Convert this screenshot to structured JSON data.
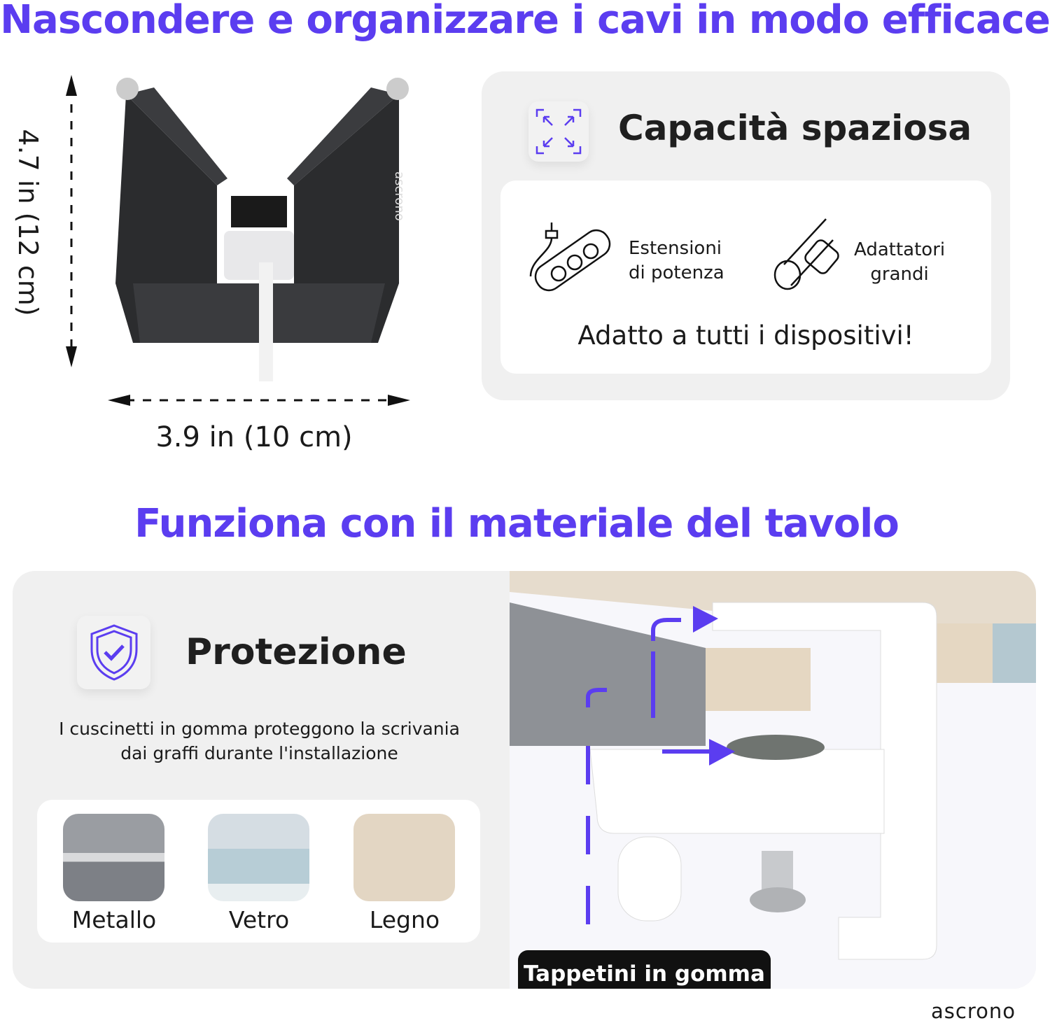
{
  "header": {
    "title": "Nascondere e organizzare i cavi in modo efficace"
  },
  "dimensions": {
    "height_label": "4.7 in (12 cm)",
    "width_label": "3.9 in (10 cm)",
    "product_brand_print": "ascrono"
  },
  "capacity": {
    "icon": "expand-arrows-icon",
    "title": "Capacità spaziosa",
    "items": [
      {
        "icon": "power-strip-icon",
        "label_line1": "Estensioni",
        "label_line2": "di potenza"
      },
      {
        "icon": "charger-adapter-icon",
        "label_line1": "Adattatori",
        "label_line2": "grandi"
      }
    ],
    "footer": "Adatto a tutti i dispositivi!"
  },
  "section2": {
    "title": "Funziona con il materiale del tavolo"
  },
  "protection": {
    "icon": "shield-check-icon",
    "title": "Protezione",
    "desc_line1": "I cuscinetti in gomma proteggono la scrivania",
    "desc_line2": "dai graffi durante l'installazione",
    "materials": [
      {
        "label": "Metallo",
        "color": "#8a8d93"
      },
      {
        "label": "Vetro",
        "color": "#a9c1cc"
      },
      {
        "label": "Legno",
        "color": "#e3d6c3"
      }
    ]
  },
  "badge": "Tappetini in gomma",
  "brand": "ascrono",
  "colors": {
    "accent": "#5b3df0",
    "card": "#f0f0f0"
  }
}
